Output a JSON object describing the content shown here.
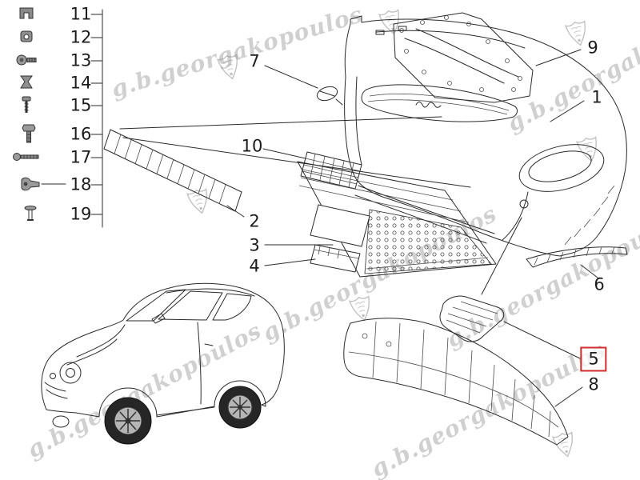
{
  "watermark": {
    "text": "g.b.georgakopoulos",
    "logo": "gbg-crest-logo"
  },
  "parts_list": {
    "items": [
      {
        "number": "11",
        "icon": "clip-fastener-icon"
      },
      {
        "number": "12",
        "icon": "grommet-fastener-icon"
      },
      {
        "number": "13",
        "icon": "screw-with-washer-icon"
      },
      {
        "number": "14",
        "icon": "spring-clip-icon"
      },
      {
        "number": "15",
        "icon": "screw-icon"
      },
      {
        "number": "16",
        "icon": "bolt-icon"
      },
      {
        "number": "17",
        "icon": "long-screw-icon"
      },
      {
        "number": "18",
        "icon": "clamp-nut-icon"
      },
      {
        "number": "19",
        "icon": "rivet-clip-icon"
      }
    ]
  },
  "callouts": [
    {
      "number": "1"
    },
    {
      "number": "2"
    },
    {
      "number": "3"
    },
    {
      "number": "4"
    },
    {
      "number": "5",
      "highlighted": true
    },
    {
      "number": "6"
    },
    {
      "number": "7"
    },
    {
      "number": "8"
    },
    {
      "number": "9"
    },
    {
      "number": "10"
    }
  ]
}
